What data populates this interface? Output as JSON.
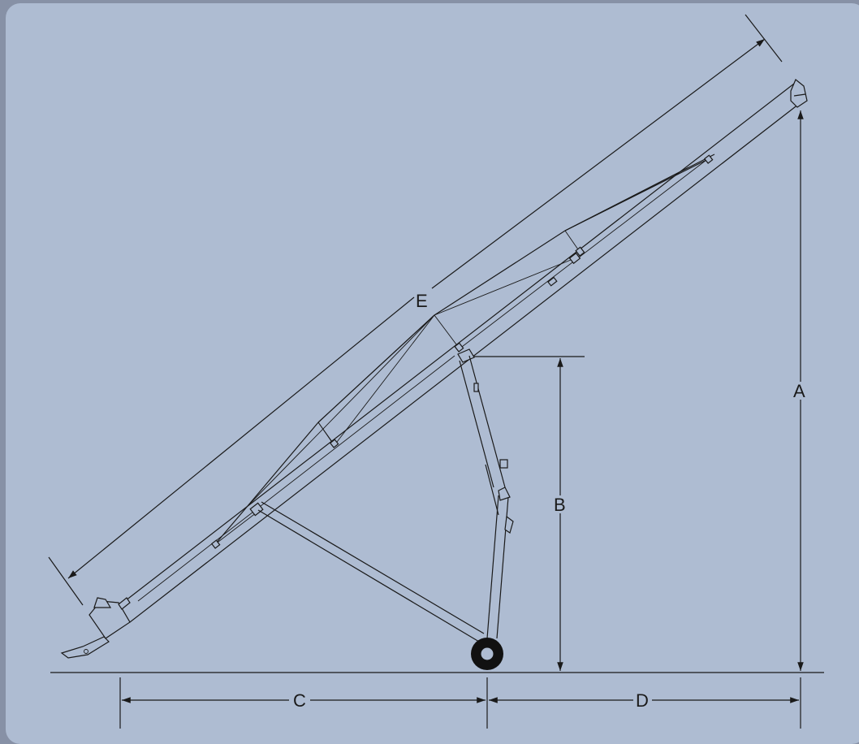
{
  "labels": {
    "a": "A",
    "b": "B",
    "c": "C",
    "d": "D",
    "e": "E"
  },
  "colors": {
    "background": "#aebcd2",
    "outer": "#8791a6",
    "line": "#1a1a1a"
  }
}
